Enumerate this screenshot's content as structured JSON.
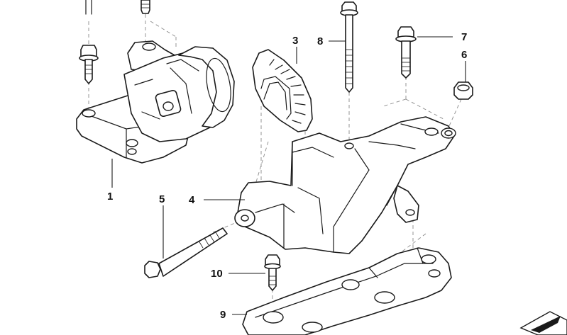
{
  "diagram": {
    "callouts": {
      "c1": "1",
      "c2": "3",
      "c3": "4",
      "c4": "5",
      "c5": "6",
      "c6": "7",
      "c7": "8",
      "c8": "9",
      "c9": "10"
    },
    "colors": {
      "line": "#1a1a1a",
      "dash": "#8a8a8a",
      "background": "#ffffff"
    },
    "corner_icon": "return-arrow-icon"
  }
}
